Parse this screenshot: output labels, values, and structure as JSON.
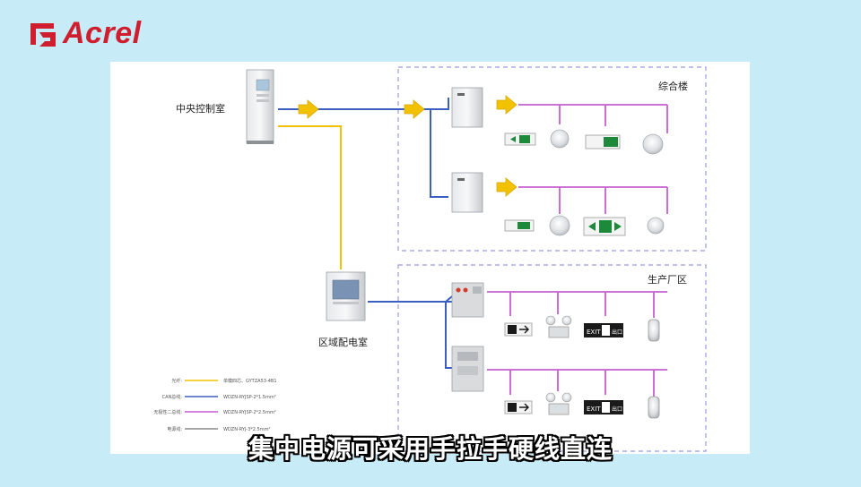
{
  "brand": {
    "logo_text": "Acrel",
    "color": "#cf1f2e"
  },
  "labels": {
    "central_control_room": "中央控制室",
    "regional_distribution_room": "区域配电室",
    "complex_building": "综合楼",
    "production_area": "生产厂区"
  },
  "legend": [
    {
      "name": "光纤:",
      "spec": "单模四芯、GYTZA53-4B1",
      "color": "#f2c200"
    },
    {
      "name": "CAN总线:",
      "spec": "WDZN-RYJSP-2*1.5mm²",
      "color": "#3b5fc0"
    },
    {
      "name": "无极性二总线:",
      "spec": "WDZN-RYJSP-2*2.5mm²",
      "color": "#c75fd0"
    },
    {
      "name": "电源线:",
      "spec": "WDZN-RYJ-3*2.5mm²",
      "color": "#8a8a8a"
    }
  ],
  "fixture_text": {
    "exit": "EXIT",
    "exit_cn": "出口"
  },
  "subtitle": "集中电源可采用手拉手硬线直连"
}
